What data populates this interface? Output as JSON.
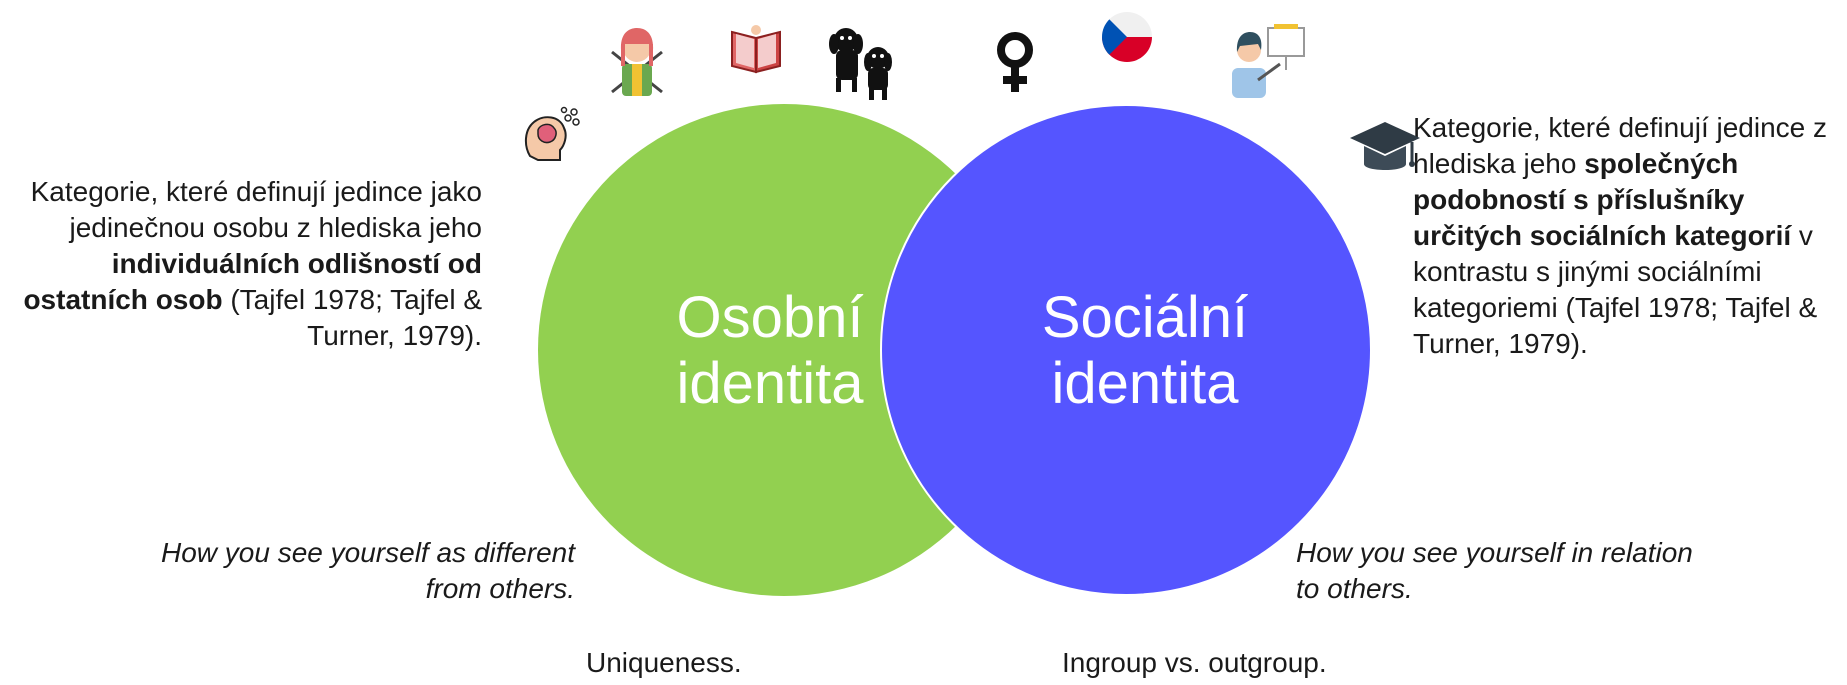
{
  "personal": {
    "circle_label_line1": "Osobní",
    "circle_label_line2": "identita",
    "description_before": "Kategorie, které definují jedince jako jedinečnou osobu z hlediska jeho ",
    "description_bold": "individuálních odlišností od ostatních osob",
    "description_after": " (Tajfel 1978; Tajfel & Turner, 1979).",
    "note": "How you see yourself as different from others.",
    "keyword": "Uniqueness.",
    "color": "#92d050"
  },
  "social": {
    "circle_label_line1": "Sociální",
    "circle_label_line2": "identita",
    "description_before": "Kategorie, které definují jedince z hlediska jeho ",
    "description_bold": "společných podobností s příslušníky určitých sociálních kategorií",
    "description_after": " v kontrastu s jinými sociálními kategoriemi (Tajfel 1978; Tajfel & Turner, 1979).",
    "note": "How you see yourself in relation to others.",
    "keyword": "Ingroup vs. outgroup.",
    "color": "#5555ff"
  },
  "icons": [
    "brain-thinking-icon",
    "samurai-person-icon",
    "open-book-icon",
    "dogs-icon",
    "female-symbol-icon",
    "czech-flag-icon",
    "teacher-presentation-icon",
    "graduation-cap-icon"
  ]
}
